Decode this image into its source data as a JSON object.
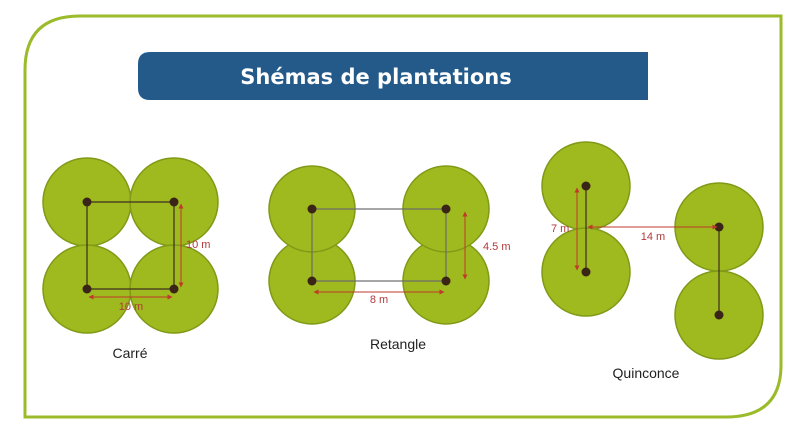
{
  "title": "Shémas de plantations",
  "colors": {
    "frame": "#9bbb2a",
    "banner": "#245a8a",
    "tree_fill": "#9fba1f",
    "tree_stroke": "#7f9a16",
    "trunk": "#3a2418",
    "dimension": "#c0392b"
  },
  "schemes": {
    "carre": {
      "caption": "Carré",
      "dim_vertical": "10 m",
      "dim_horizontal": "10 m"
    },
    "retangle": {
      "caption": "Retangle",
      "dim_vertical": "4.5 m",
      "dim_horizontal": "8 m"
    },
    "quinconce": {
      "caption": "Quinconce",
      "dim_vertical": "7 m",
      "dim_horizontal": "14  m"
    }
  }
}
